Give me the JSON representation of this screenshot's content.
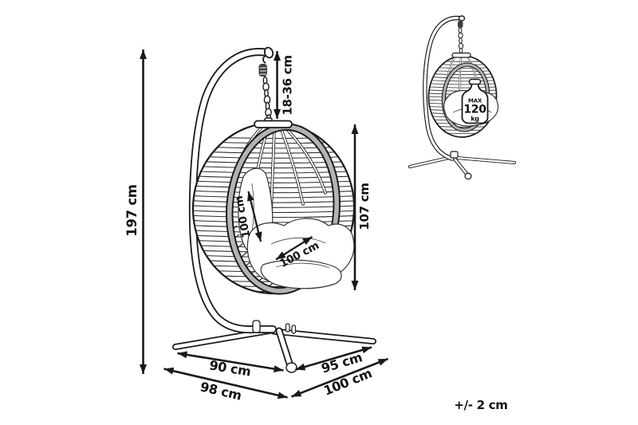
{
  "diagram": {
    "main_view": {
      "dimensions": {
        "total_height": "197 cm",
        "chain_length": "18-36 cm",
        "chair_height": "107 cm",
        "chair_depth": "100 cm",
        "chair_width": "100 cm",
        "base_width_inner": "90 cm",
        "base_width_outer": "98 cm",
        "base_depth_inner": "95 cm",
        "base_depth_outer": "100 cm"
      }
    },
    "side_view": {
      "max_load": {
        "label": "MAX",
        "value": "120",
        "unit": "kg"
      }
    },
    "tolerance_note": "+/- 2 cm",
    "colors": {
      "line": "#1a1a1a",
      "rim_gray": "#b3b3b3",
      "background": "#ffffff"
    }
  }
}
